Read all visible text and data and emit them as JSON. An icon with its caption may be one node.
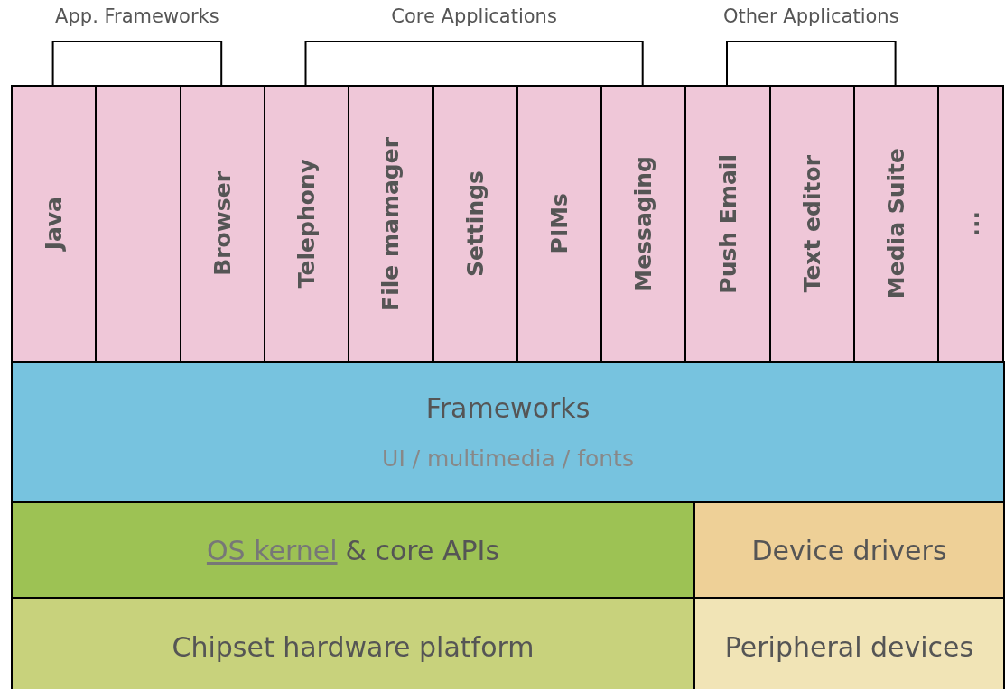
{
  "diagram": {
    "nodes": [
      {
        "text": [
          "Java"
        ]
      },
      {
        "text": [],
        "shape": "box"
      },
      {
        "text": [
          "Browser"
        ]
      },
      {
        "text": [
          "Telephony"
        ]
      },
      {
        "text": [
          "File mamager"
        ]
      },
      {
        "text": [
          "Settings"
        ]
      },
      {
        "text": [
          "PIMs"
        ]
      },
      {
        "text": [
          "Messaging"
        ]
      },
      {
        "text": [
          "Push Email"
        ]
      },
      {
        "text": [
          "Text editor"
        ]
      },
      {
        "text": [
          "Media Suite"
        ]
      },
      {
        "text": [
          "..."
        ]
      },
      {
        "text": [
          "Frameworks",
          "UI / multimedia / fonts"
        ]
      },
      {
        "text": [
          "OS kernel",
          "& core APIs"
        ]
      },
      {
        "text": [
          "Device drivers"
        ]
      },
      {
        "text": [
          "Chipset hardware platform"
        ]
      },
      {
        "text": [
          "Peripheral devices"
        ]
      }
    ],
    "edges": [],
    "labels": [
      "App. Frameworks",
      "Core Applications",
      "Other Applications"
    ]
  }
}
